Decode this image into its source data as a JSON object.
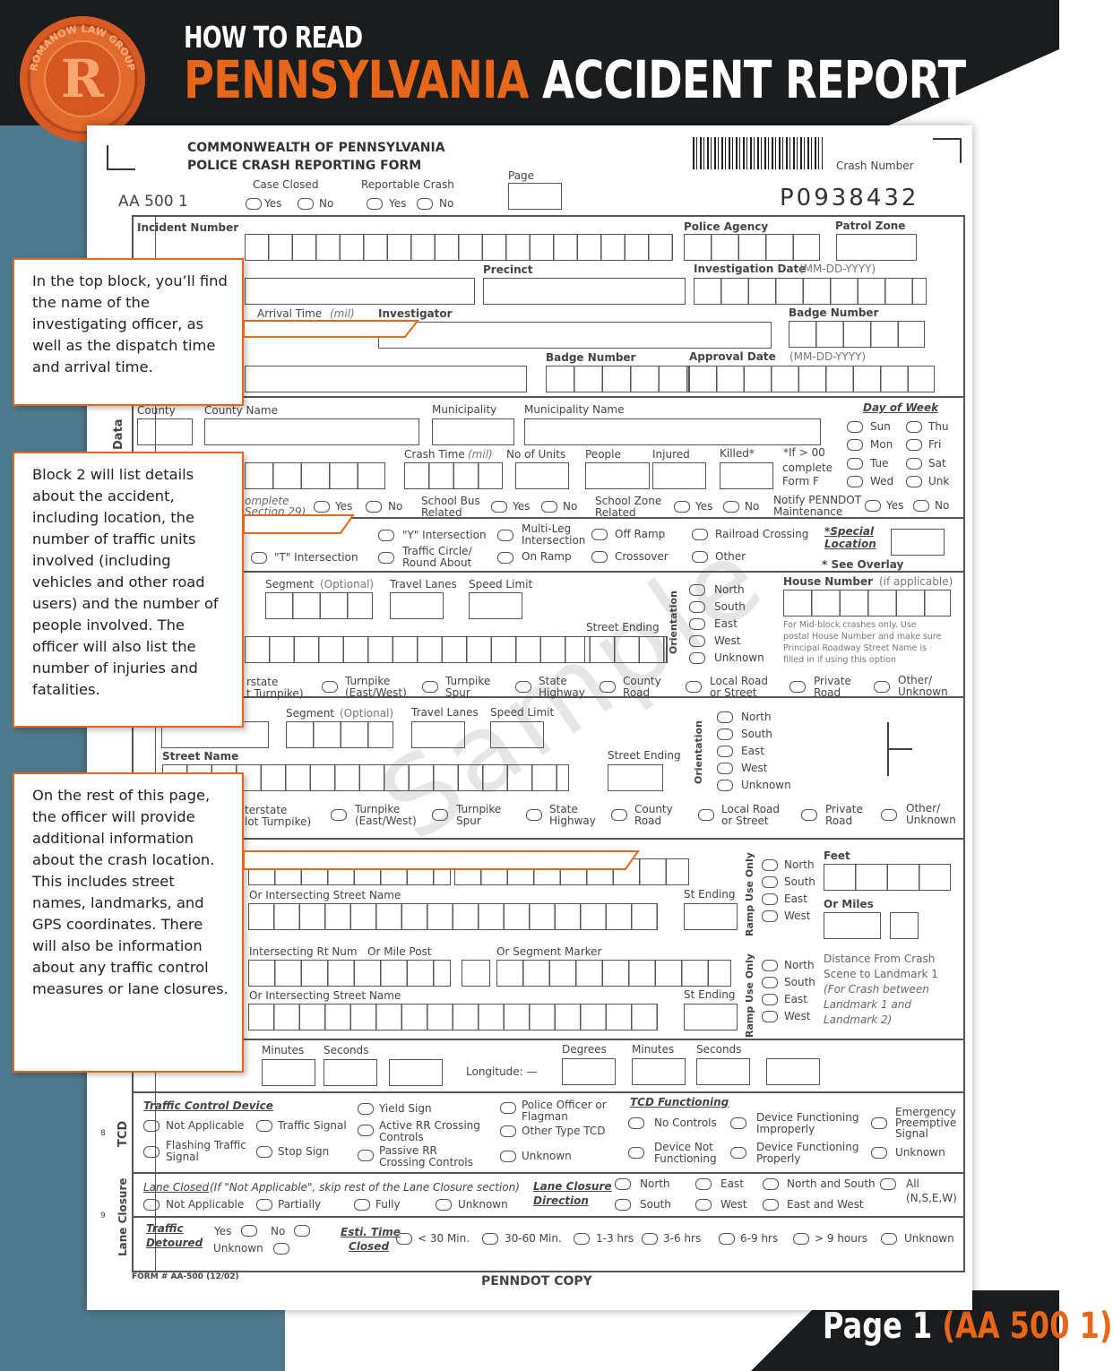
{
  "header": {
    "line1": "HOW TO READ",
    "line2_orange": "PENNSYLVANIA",
    "line2_white": "ACCIDENT REPORT",
    "logo_text": "ROMANOW LAW GROUP",
    "logo_letter": "R"
  },
  "footer": {
    "page_label": "Page 1",
    "form_code": "(AA 500 1)"
  },
  "form": {
    "title1": "COMMONWEALTH OF PENNSYLVANIA",
    "title2": "POLICE CRASH REPORTING FORM",
    "form_id": "AA 500 1",
    "case_closed": "Case Closed",
    "reportable_crash": "Reportable Crash",
    "yes": "Yes",
    "no": "No",
    "page": "Page",
    "crash_number_label": "Crash Number",
    "crash_number": "P0938432",
    "incident_number": "Incident Number",
    "police_agency": "Police Agency",
    "patrol_zone": "Patrol Zone",
    "precinct": "Precinct",
    "investigation_date": "Investigation Date",
    "date_format": "(MM-DD-YYYY)",
    "arrival_time": "Arrival Time",
    "mil": "(mil)",
    "investigator": "Investigator",
    "badge_number": "Badge Number",
    "approval_date": "Approval Date",
    "county": "County",
    "county_name": "County Name",
    "municipality": "Municipality",
    "municipality_name": "Municipality Name",
    "day_of_week": "Day of Week",
    "days": [
      "Sun",
      "Thu",
      "Mon",
      "Fri",
      "Tue",
      "Sat",
      "Wed",
      "Unk"
    ],
    "crash_time": "Crash Time",
    "no_of_units": "No of Units",
    "people": "People",
    "injured": "Injured",
    "killed": "Killed*",
    "if_over": "*If > 00",
    "complete": "complete",
    "form_f": "Form F",
    "complete_section": "omplete",
    "section_29": "Section 29)",
    "school_bus": "School Bus",
    "school_zone": "School Zone",
    "related": "Related",
    "notify_penndot": "Notify PENNDOT",
    "maintenance": "Maintenance",
    "y_intersection": "\"Y\" Intersection",
    "t_intersection": "\"T\" Intersection",
    "multi_leg": "Multi-Leg",
    "intersection": "Intersection",
    "traffic_circle": "Traffic Circle/",
    "round_about": "Round About",
    "off_ramp": "Off Ramp",
    "on_ramp": "On Ramp",
    "crossover": "Crossover",
    "railroad_crossing": "Railroad Crossing",
    "other": "Other",
    "special_location": "*Special",
    "location": "Location",
    "see_overlay": "* See Overlay",
    "segment_optional": "Segment",
    "optional": "(Optional)",
    "travel_lanes": "Travel Lanes",
    "speed_limit": "Speed Limit",
    "street_ending": "Street Ending",
    "orientation": "Orientation",
    "north": "North",
    "south": "South",
    "east": "East",
    "west": "West",
    "unknown": "Unknown",
    "house_number": "House Number",
    "if_applicable": "(if applicable)",
    "midblock_1": "For Mid-block crashes only. Use",
    "midblock_2": "postal House Number and make sure",
    "midblock_3": "Principal Roadway Street Name is",
    "midblock_4": "filled in if using this option",
    "interstate": "rstate",
    "not_turnpike": "t Turnpike)",
    "turnpike": "Turnpike",
    "east_west": "(East/West)",
    "turnpike2": "Turnpike",
    "spur": "Spur",
    "state": "State",
    "highway": "Highway",
    "county2": "County",
    "road": "Road",
    "local_road": "Local Road",
    "or_street": "or Street",
    "private": "Private",
    "road2": "Road",
    "other_unknown": "Other/",
    "unknown2": "Unknown",
    "street_name": "Street Name",
    "interstate2": "terstate",
    "not_turnpike2": "lot Turnpike)",
    "ramp_use_only": "Ramp Use Only",
    "feet": "Feet",
    "or_miles": "Or Miles",
    "or_intersecting": "Or Intersecting Street Name",
    "intersecting_rt": "Intersecting Rt Num",
    "or_mile_post": "Or Mile Post",
    "or_segment": "Or Segment Marker",
    "distance_1": "Distance From Crash",
    "distance_2": "Scene to Landmark 1",
    "distance_3": "(For Crash between",
    "distance_4": "Landmark 1 and",
    "distance_5": "Landmark 2)",
    "minutes": "Minutes",
    "seconds": "Seconds",
    "degrees": "Degrees",
    "longitude": "Longitude: —",
    "traffic_control_device": "Traffic Control Device",
    "not_applicable": "Not Applicable",
    "traffic_signal": "Traffic Signal",
    "flashing_traffic": "Flashing Traffic",
    "signal": "Signal",
    "stop_sign": "Stop Sign",
    "yield_sign": "Yield Sign",
    "active_rr": "Active RR Crossing",
    "controls": "Controls",
    "passive_rr": "Passive RR",
    "crossing_controls": "Crossing Controls",
    "police_officer": "Police Officer or",
    "flagman": "Flagman",
    "other_tcd": "Other Type TCD",
    "tcd_functioning": "TCD Functioning",
    "no_controls": "No Controls",
    "device_not": "Device Not",
    "functioning": "Functioning",
    "device_improper": "Device Functioning",
    "improperly": "Improperly",
    "device_proper": "Device Functioning",
    "properly": "Properly",
    "emergency": "Emergency",
    "preemptive": "Preemptive",
    "signal2": "Signal",
    "lane_closed": "Lane Closed",
    "lane_closed_note": "(If \"Not Applicable\", skip rest of the Lane Closure section)",
    "partially": "Partially",
    "fully": "Fully",
    "lane_closure": "Lane Closure",
    "direction": "Direction",
    "north_south": "North and South",
    "east_west2": "East and West",
    "all": "All",
    "nsew": "(N,S,E,W)",
    "traffic": "Traffic",
    "detoured": "Detoured",
    "esti_time": "Esti. Time",
    "closed": "Closed",
    "times": [
      "< 30 Min.",
      "30-60 Min.",
      "1-3 hrs",
      "3-6 hrs",
      "6-9 hrs",
      "> 9 hours",
      "Unknown"
    ],
    "tcd": "TCD",
    "lane_closure_side": "Lane Closure",
    "form_number": "FORM # AA-500 (12/02)",
    "penndot_copy": "PENNDOT COPY",
    "watermark": "Sample",
    "side_data": "Data",
    "row8": "8",
    "row9": "9"
  },
  "callouts": [
    "In the top block, you’ll find the name of the investigating officer, as well as the dispatch time and arrival time.",
    "Block 2 will list details about the accident, including location, the number of traffic units involved (including vehicles and other road users) and the number of people involved. The officer will also list the number of injuries and fatalities.",
    "On the rest of this page, the officer will provide additional information about the crash location. This includes street names, landmarks, and GPS coordinates. There will also be information about any traffic control measures or lane closures."
  ],
  "colors": {
    "accent": "#e8661a",
    "dark": "#1a1c1e",
    "panel": "#4f7a8e"
  }
}
